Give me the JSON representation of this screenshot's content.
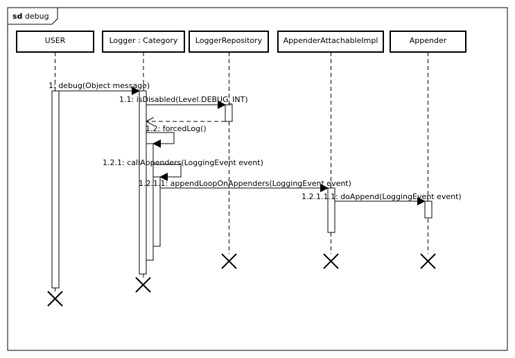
{
  "frame": {
    "keyword": "sd",
    "name": "debug"
  },
  "lifelines": [
    {
      "id": "user",
      "label": "USER"
    },
    {
      "id": "logger",
      "label": "Logger : Category"
    },
    {
      "id": "repo",
      "label": "LoggerRepository"
    },
    {
      "id": "attach",
      "label": "AppenderAttachableImpl"
    },
    {
      "id": "appender",
      "label": "Appender"
    }
  ],
  "messages": [
    {
      "id": "m1",
      "label": "1: debug(Object message)"
    },
    {
      "id": "m11",
      "label": "1.1: isDisabled(Level.DEBUG_INT)"
    },
    {
      "id": "m12",
      "label": "1.2: forcedLog()"
    },
    {
      "id": "m121",
      "label": "1.2.1: callAppenders(LoggingEvent event)"
    },
    {
      "id": "m1211",
      "label": "1.2.1.1: appendLoopOnAppenders(LoggingEvent event)"
    },
    {
      "id": "m12111",
      "label": "1.2.1.1.1: doAppend(LoggingEvent event)"
    }
  ],
  "colors": {
    "line": "#000000",
    "background": "#ffffff"
  }
}
